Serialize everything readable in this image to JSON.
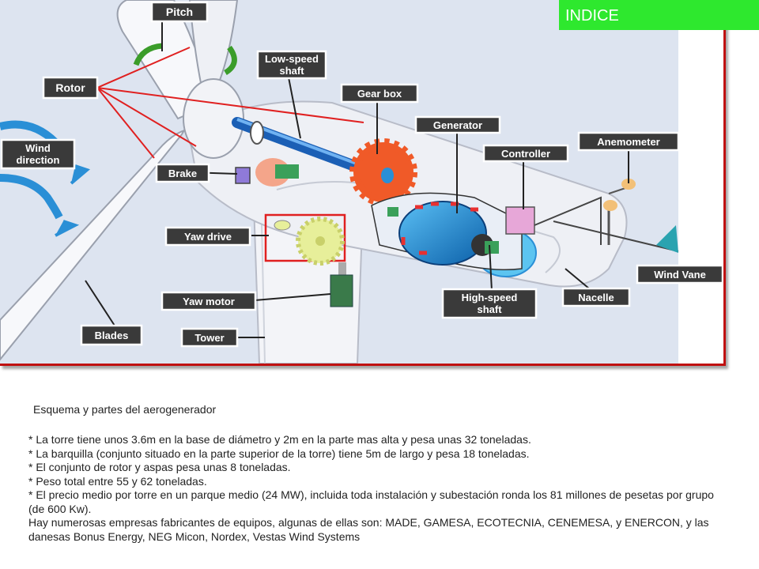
{
  "header": {
    "indice_label": "INDICE"
  },
  "diagram": {
    "labels": {
      "pitch": "Pitch",
      "rotor": "Rotor",
      "low_speed_shaft": [
        "Low-speed",
        "shaft"
      ],
      "gear_box": "Gear box",
      "generator": "Generator",
      "controller": "Controller",
      "anemometer": "Anemometer",
      "wind_direction": [
        "Wind",
        "direction"
      ],
      "brake": "Brake",
      "yaw_drive": "Yaw drive",
      "yaw_motor": "Yaw motor",
      "blades": "Blades",
      "tower": "Tower",
      "high_speed_shaft": [
        "High-speed",
        "shaft"
      ],
      "nacelle": "Nacelle",
      "wind_vane": "Wind Vane"
    },
    "colors": {
      "background": "#dde4f0",
      "wind_arrow": "#2a8fd6",
      "gear": "#f05a28",
      "leader_red": "#e02020",
      "generator_blue": "#1f8fd9",
      "frame": "#c01010"
    }
  },
  "caption": "Esquema y partes del aerogenerador",
  "notes": [
    "* La torre tiene unos 3.6m en la base de diámetro y 2m en la parte mas alta y pesa unas 32 toneladas.",
    "* La barquilla (conjunto situado en la parte superior de la torre) tiene 5m de largo y pesa 18 toneladas.",
    "* El conjunto de rotor y aspas pesa unas 8 toneladas.",
    "* Peso total entre 55 y 62 toneladas.",
    "* El precio medio por torre  en un parque medio (24 MW),  incluida toda instalación y subestación ronda los 81 millones de pesetas por grupo (de 600 Kw).",
    "Hay numerosas empresas fabricantes de equipos, algunas de ellas son: MADE, GAMESA,  ECOTECNIA, CENEMESA, y ENERCON, y las danesas Bonus Energy, NEG Micon, Nordex, Vestas Wind Systems"
  ]
}
